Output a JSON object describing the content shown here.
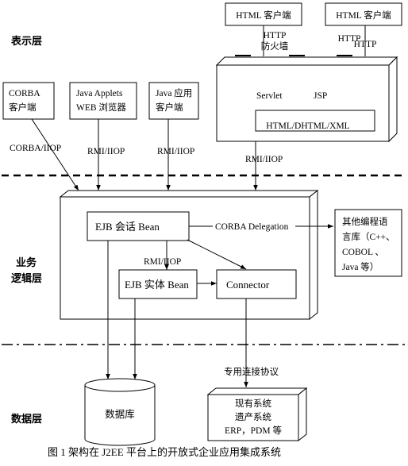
{
  "layers": {
    "presentation": "表示层",
    "business_line1": "业务",
    "business_line2": "逻辑层",
    "data": "数据层"
  },
  "clients": {
    "html1": "HTML 客户端",
    "html2": "HTML 客户端",
    "corba_line1": "CORBA",
    "corba_line2": "客户端",
    "applets_line1": "Java Applets",
    "applets_line2": "WEB 浏览器",
    "javaapp_line1": "Java  应用",
    "javaapp_line2": "客户端"
  },
  "protocols": {
    "http_left": "HTTP",
    "firewall": "防火墙",
    "http_right_a": "HTTP",
    "http_right_b": "HTTP",
    "corba_iiop": "CORBA/IIOP",
    "rmi_iiop_applets": "RMI/IIOP",
    "rmi_iiop_javaapp": "RMI/IIOP",
    "rmi_iiop_web": "RMI/IIOP",
    "rmi_iiop_inner": "RMI/IIOP",
    "corba_delegation": "CORBA Delegation",
    "proprietary": "专用连接协议"
  },
  "web_tier": {
    "servlet": "Servlet",
    "jsp": "JSP",
    "markup": "HTML/DHTML/XML"
  },
  "ejb": {
    "session_bean": "EJB   会话 Bean",
    "entity_bean": "EJB 实体 Bean",
    "connector": "Connector"
  },
  "other_lang": {
    "line1": "其他编程语",
    "line2": "言库（C++、",
    "line3": "COBOL     、",
    "line4": "Java 等）"
  },
  "data_tier": {
    "database": "数据库",
    "existing_line1": "现有系统",
    "existing_line2": "遗产系统",
    "existing_line3": "ERP，PDM 等"
  },
  "caption": "图 1  架构在 J2EE 平台上的开放式企业应用集成系统"
}
